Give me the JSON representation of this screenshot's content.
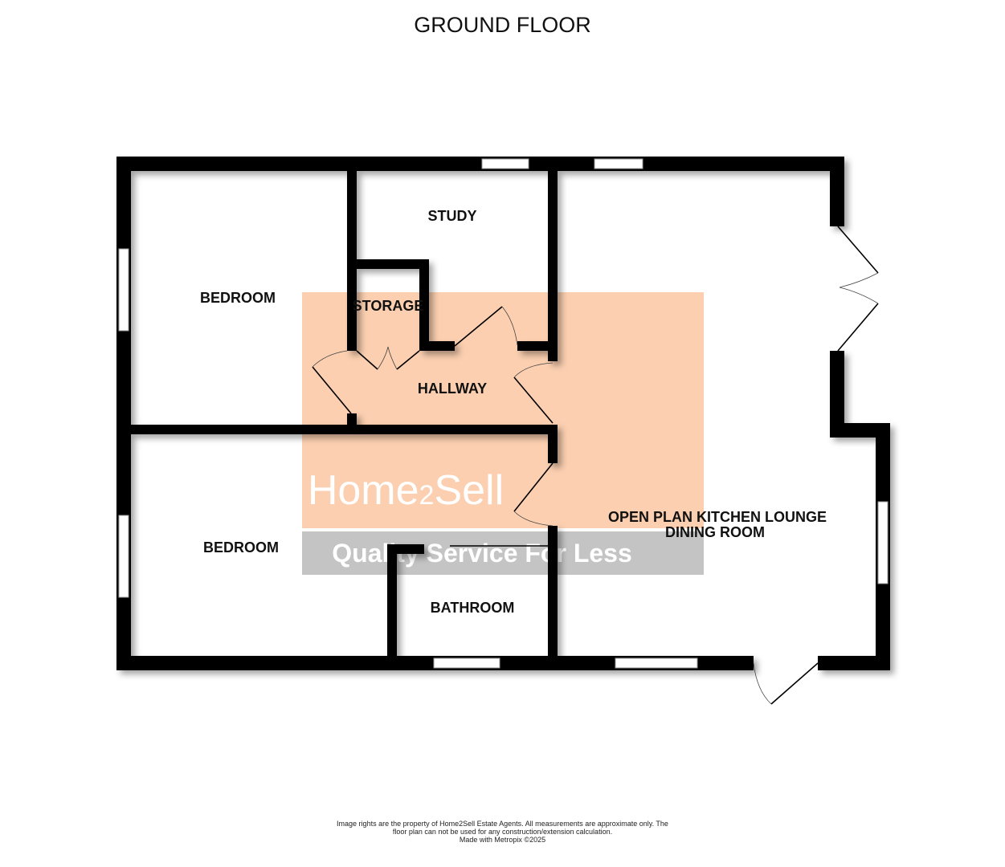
{
  "title": "GROUND FLOOR",
  "rooms": {
    "bedroom_top": "BEDROOM",
    "study": "STUDY",
    "storage": "STORAGE",
    "hallway": "HALLWAY",
    "bedroom_bottom": "BEDROOM",
    "bathroom": "BATHROOM",
    "open_plan_line1": "OPEN PLAN KITCHEN LOUNGE",
    "open_plan_line2": "DINING ROOM"
  },
  "watermark": {
    "logo": "Home2Sell",
    "tagline": "Quality Service For Less",
    "logo_color": "#FBCFB0",
    "tagline_color": "#C4C4C4"
  },
  "footer": {
    "line1": "Image rights are the property of Home2Sell Estate Agents. All measurements are approximate only. The floor plan can not be used for any construction/extension calculation.",
    "line2": "Made with Metropix ©2025"
  }
}
